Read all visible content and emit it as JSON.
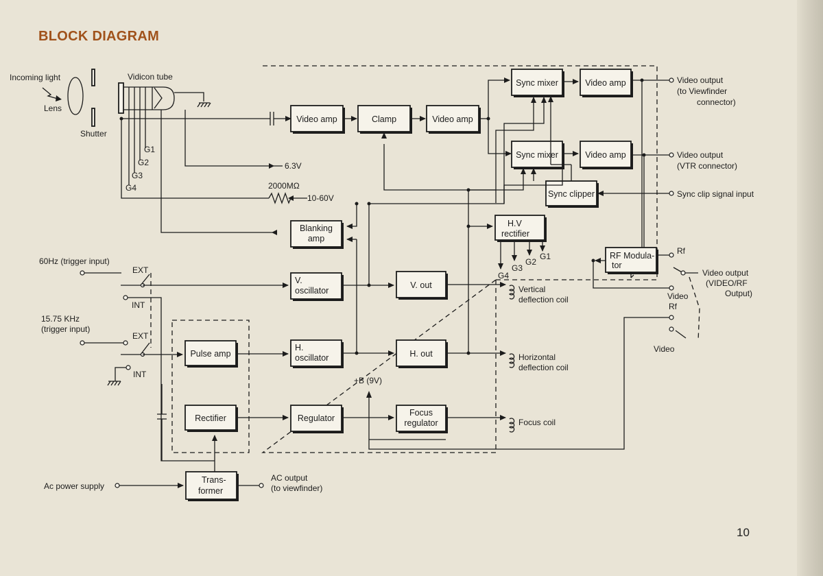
{
  "title": "BLOCK DIAGRAM",
  "page_number": "10",
  "blocks": {
    "video_amp_1": "Video amp",
    "clamp": "Clamp",
    "video_amp_2": "Video amp",
    "sync_mixer_1": "Sync mixer",
    "video_amp_3": "Video amp",
    "sync_mixer_2": "Sync mixer",
    "video_amp_4": "Video amp",
    "sync_clipper": "Sync clipper",
    "blanking_amp": [
      "Blanking",
      "amp"
    ],
    "hv_rectifier": [
      "H.V",
      "rectifier"
    ],
    "rf_modulator": [
      "RF Modula-",
      "tor"
    ],
    "v_oscillator": [
      "V.",
      "oscillator"
    ],
    "v_out": "V. out",
    "pulse_amp": "Pulse amp",
    "h_oscillator": [
      "H.",
      "oscillator"
    ],
    "h_out": "H. out",
    "rectifier": "Rectifier",
    "regulator": "Regulator",
    "focus_regulator": [
      "Focus",
      "regulator"
    ],
    "transformer": [
      "Trans-",
      "former"
    ]
  },
  "labels": {
    "incoming_light": "Incoming light",
    "lens": "Lens",
    "shutter": "Shutter",
    "vidicon_tube": "Vidicon tube",
    "g1": "G1",
    "g2": "G2",
    "g3": "G3",
    "g4": "G4",
    "v63": "6.3V",
    "resistor": "2000MΩ",
    "v1060": "10-60V",
    "trigger_60": "60Hz (trigger input)",
    "ext_1": "EXT",
    "int_1": "INT",
    "trigger_1575_a": "15.75 KHz",
    "trigger_1575_b": "(trigger input)",
    "ext_2": "EXT",
    "int_2": "INT",
    "ac_power": "Ac power supply",
    "ac_output_a": "AC output",
    "ac_output_b": "(to viewfinder)",
    "b_plus": "+B (9V)",
    "vertical_coil_a": "Vertical",
    "vertical_coil_b": "deflection coil",
    "horizontal_coil_a": "Horizontal",
    "horizontal_coil_b": "deflection coil",
    "focus_coil": "Focus coil",
    "video_out_vf_a": "Video output",
    "video_out_vf_b": "(to Viewfinder",
    "video_out_vf_c": "connector)",
    "video_out_vtr_a": "Video output",
    "video_out_vtr_b": "(VTR connector)",
    "sync_clip_input": "Sync clip signal input",
    "rf_1": "Rf",
    "video_1": "Video",
    "rf_2": "Rf",
    "video_2": "Video",
    "video_out_rf_a": "Video output",
    "video_out_rf_b": "(VIDEO/RF",
    "video_out_rf_c": "Output)",
    "hv_g4": "G4",
    "hv_g3": "G3",
    "hv_g2": "G2",
    "hv_g1": "G1"
  }
}
